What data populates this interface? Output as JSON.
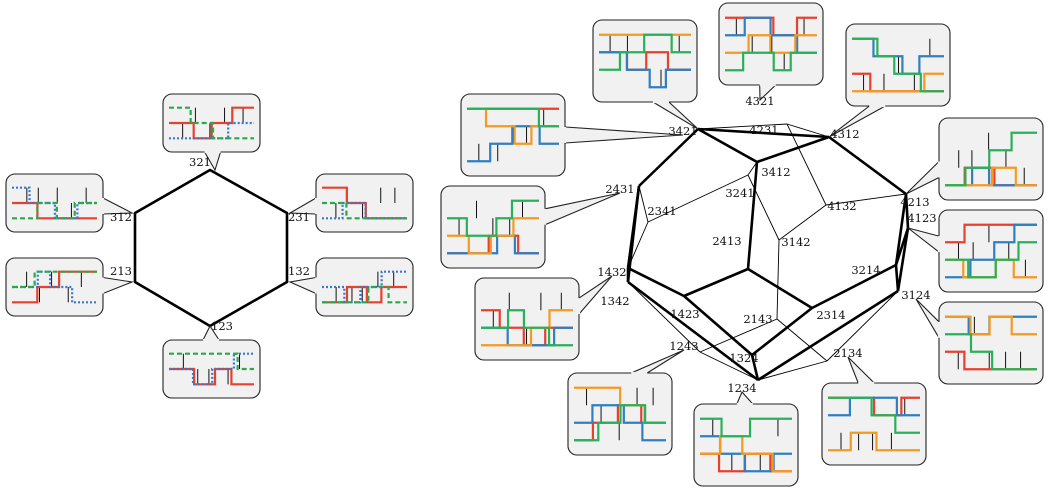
{
  "colors": {
    "red": "#e8402f",
    "blue": "#2f7fc1",
    "green": "#2bb05a",
    "orange": "#f39a23",
    "dotted_blue": "#3a77c9",
    "dashed_green": "#2ba84e",
    "box_fill": "#f1f1f1"
  },
  "hexagon": {
    "labels": [
      "321",
      "231",
      "132",
      "123",
      "213",
      "312"
    ]
  },
  "permutahedron": {
    "labels": [
      "4321",
      "4312",
      "4231",
      "3421",
      "3412",
      "2431",
      "4213",
      "4123",
      "3241",
      "4132",
      "2341",
      "3142",
      "2413",
      "3214",
      "3124",
      "1432",
      "1423",
      "1342",
      "2143",
      "2314",
      "1243",
      "1324",
      "2134",
      "1234"
    ]
  }
}
